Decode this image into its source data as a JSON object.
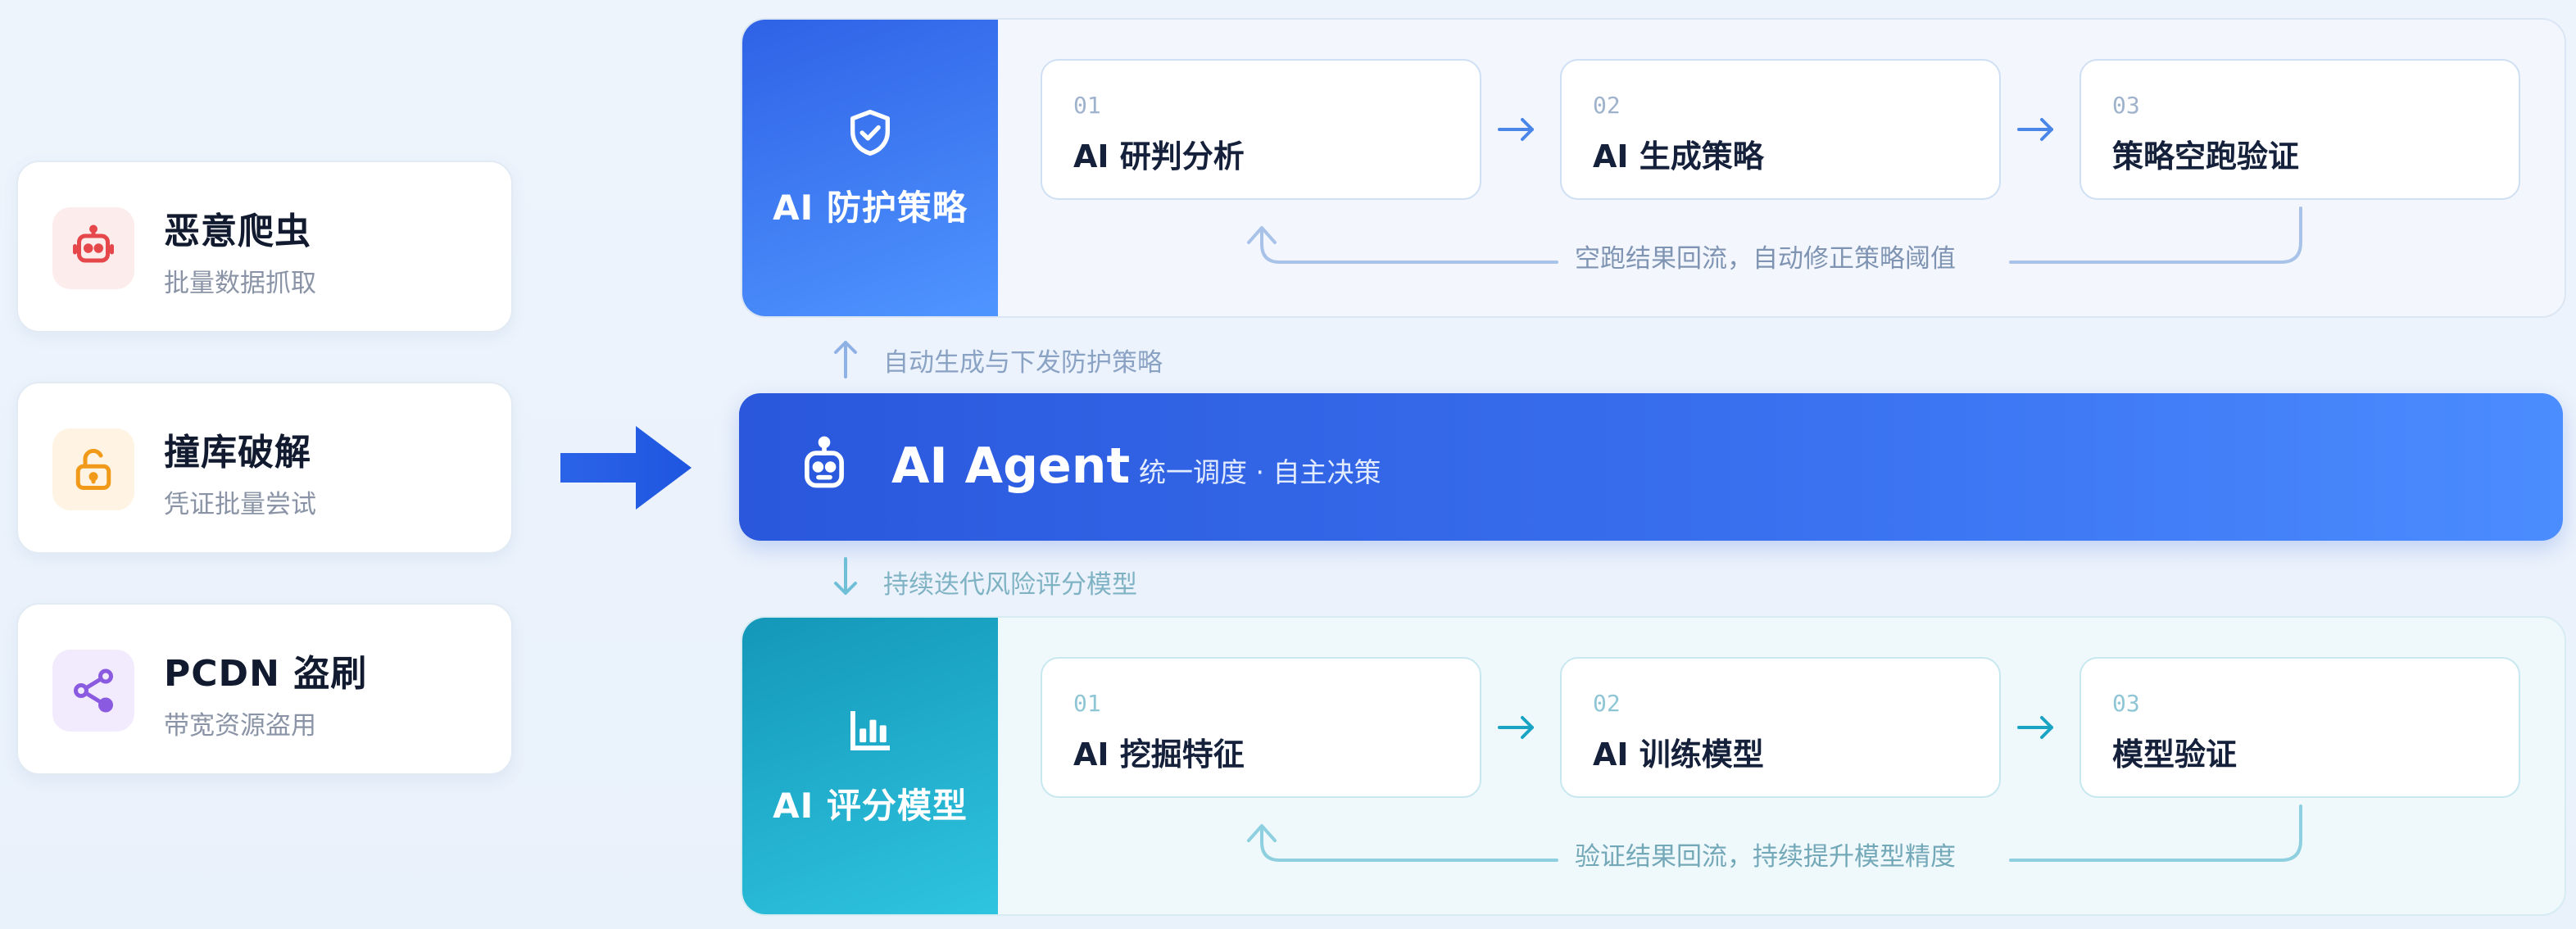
{
  "threats": [
    {
      "title": "恶意爬虫",
      "subtitle": "批量数据抓取",
      "icon": "robot-icon",
      "color": "#e5474b",
      "bg": "#fdecec"
    },
    {
      "title": "撞库破解",
      "subtitle": "凭证批量尝试",
      "icon": "unlock-icon",
      "color": "#f19a1a",
      "bg": "#fff3e3"
    },
    {
      "title": "PCDN 盗刷",
      "subtitle": "带宽资源盗用",
      "icon": "share-icon",
      "color": "#8a5ae0",
      "bg": "#f1ebfd"
    }
  ],
  "defense": {
    "title": "AI 防护策略",
    "icon": "shield-check-icon",
    "steps": [
      {
        "num": "01",
        "label": "AI 研判分析"
      },
      {
        "num": "02",
        "label": "AI 生成策略"
      },
      {
        "num": "03",
        "label": "策略空跑验证"
      }
    ],
    "loop_text": "空跑结果回流，自动修正策略阈值",
    "accent": "#2f62e6"
  },
  "up_connector": "自动生成与下发防护策略",
  "agent": {
    "title": "AI Agent",
    "subtitle": "统一调度 · 自主决策",
    "icon": "robot-icon"
  },
  "down_connector": "持续迭代风险评分模型",
  "scoring": {
    "title": "AI 评分模型",
    "icon": "bar-chart-icon",
    "steps": [
      {
        "num": "01",
        "label": "AI 挖掘特征"
      },
      {
        "num": "02",
        "label": "AI 训练模型"
      },
      {
        "num": "03",
        "label": "模型验证"
      }
    ],
    "loop_text": "验证结果回流，持续提升模型精度",
    "accent": "#1497b8"
  }
}
